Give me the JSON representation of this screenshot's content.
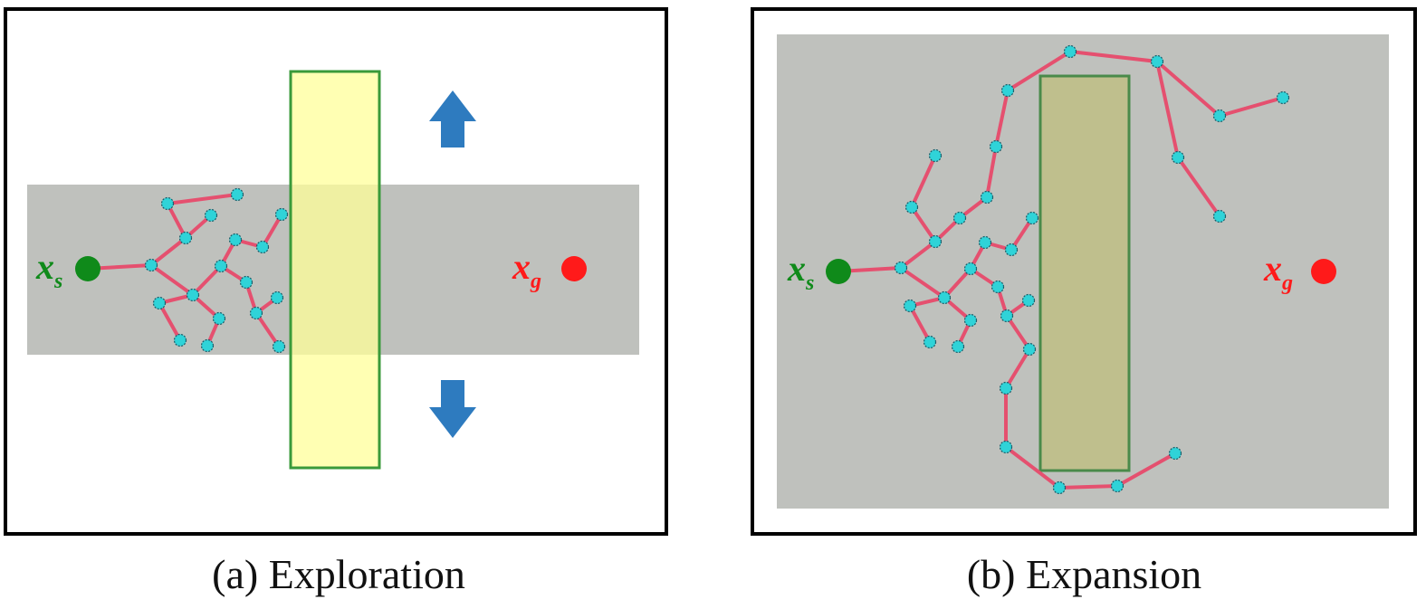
{
  "panels": [
    {
      "id": "a",
      "caption": "(a) Exploration",
      "start_label": {
        "main": "x",
        "sub": "s"
      },
      "goal_label": {
        "main": "x",
        "sub": "g"
      },
      "obstacle_label": "",
      "arrows": [
        "up-arrow",
        "down-arrow"
      ]
    },
    {
      "id": "b",
      "caption": "(b) Expansion",
      "start_label": {
        "main": "x",
        "sub": "s"
      },
      "goal_label": {
        "main": "x",
        "sub": "g"
      }
    }
  ],
  "colors": {
    "frame": "#000000",
    "sampling_region": "#bfc1bd",
    "obstacle_a_fill": "#ffff99",
    "obstacle_b_fill": "#bfbf8d",
    "obstacle_stroke": "#3a9a3a",
    "tree_edge": "#e5506f",
    "tree_node": "#2fd3d8",
    "start": "#0f8a1a",
    "goal": "#ff1a1a",
    "arrow": "#2e7bbf"
  }
}
